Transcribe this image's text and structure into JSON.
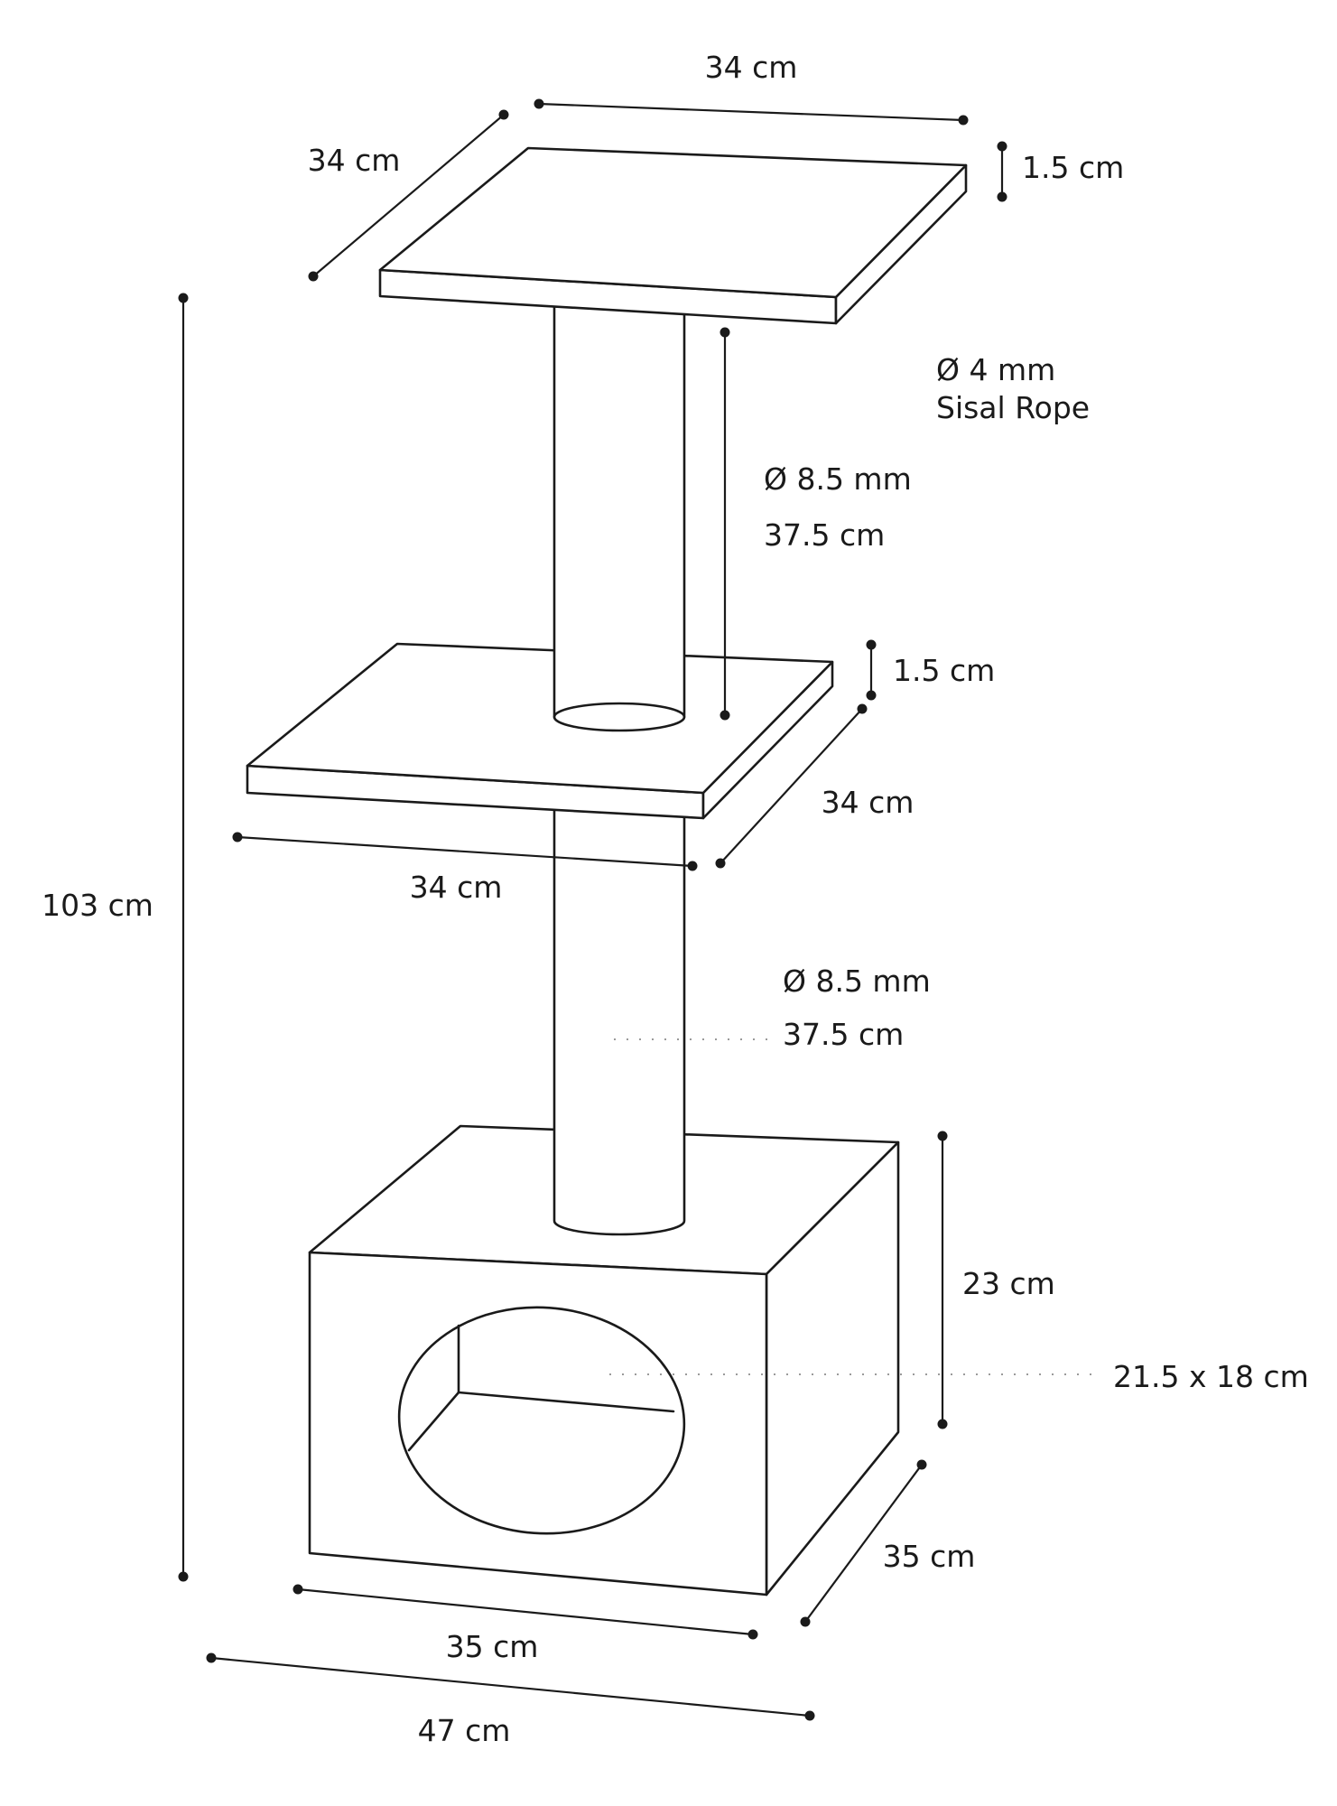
{
  "labels": {
    "top_width": "34 cm",
    "top_depth": "34 cm",
    "top_thickness": "1.5 cm",
    "rope": "Ø 4 mm",
    "rope_material": "Sisal Rope",
    "upper_post_diameter": "Ø 8.5 mm",
    "upper_post_height": "37.5 cm",
    "middle_thickness": "1.5 cm",
    "middle_depth": "34 cm",
    "middle_width": "34 cm",
    "total_height": "103 cm",
    "lower_post_diameter": "Ø 8.5 mm",
    "lower_post_height": "37.5 cm",
    "box_height": "23 cm",
    "opening": "21.5 x 18 cm",
    "box_depth": "35 cm",
    "box_width": "35 cm",
    "base_width": "47 cm"
  },
  "colors": {
    "line": "#1a1a1a",
    "fill": "#ffffff",
    "leader": "#9a9a9a"
  }
}
